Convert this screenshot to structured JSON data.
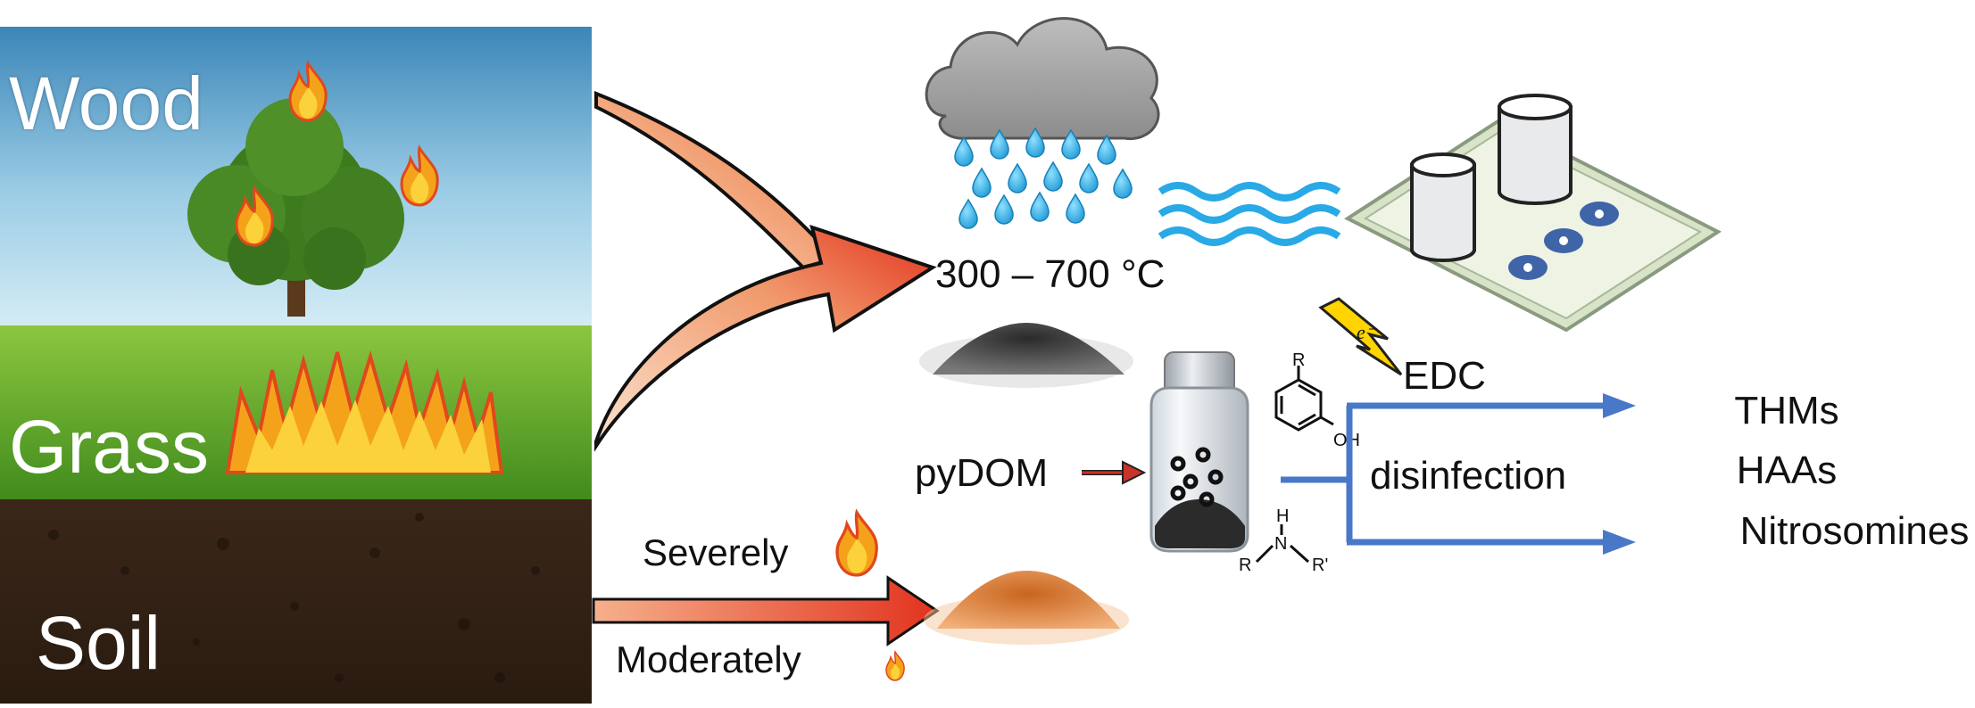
{
  "sources": {
    "wood": "Wood",
    "grass": "Grass",
    "soil": "Soil"
  },
  "process": {
    "temperature": "300 – 700 °C",
    "severely": "Severely",
    "moderately": "Moderately",
    "pydom": "pyDOM",
    "edc": "EDC",
    "electron": "e⁻",
    "disinfection": "disinfection"
  },
  "chem": {
    "phenol_r": "R",
    "phenol_oh": "OH",
    "amine_h": "H",
    "amine_n": "N",
    "amine_r": "R",
    "amine_r2": "R'"
  },
  "products": [
    "THMs",
    "HAAs",
    "Nitrosomines"
  ],
  "colors": {
    "arrow_blue": "#4a78c8",
    "fire_orange": "#f07a1a",
    "arrow_red": "#e2331f",
    "water_blue": "#29a9e6"
  },
  "icons": [
    "fire-icon",
    "rain-cloud-icon",
    "water-waves-icon",
    "lightning-icon",
    "bottle-icon",
    "sensor-chip-icon"
  ]
}
